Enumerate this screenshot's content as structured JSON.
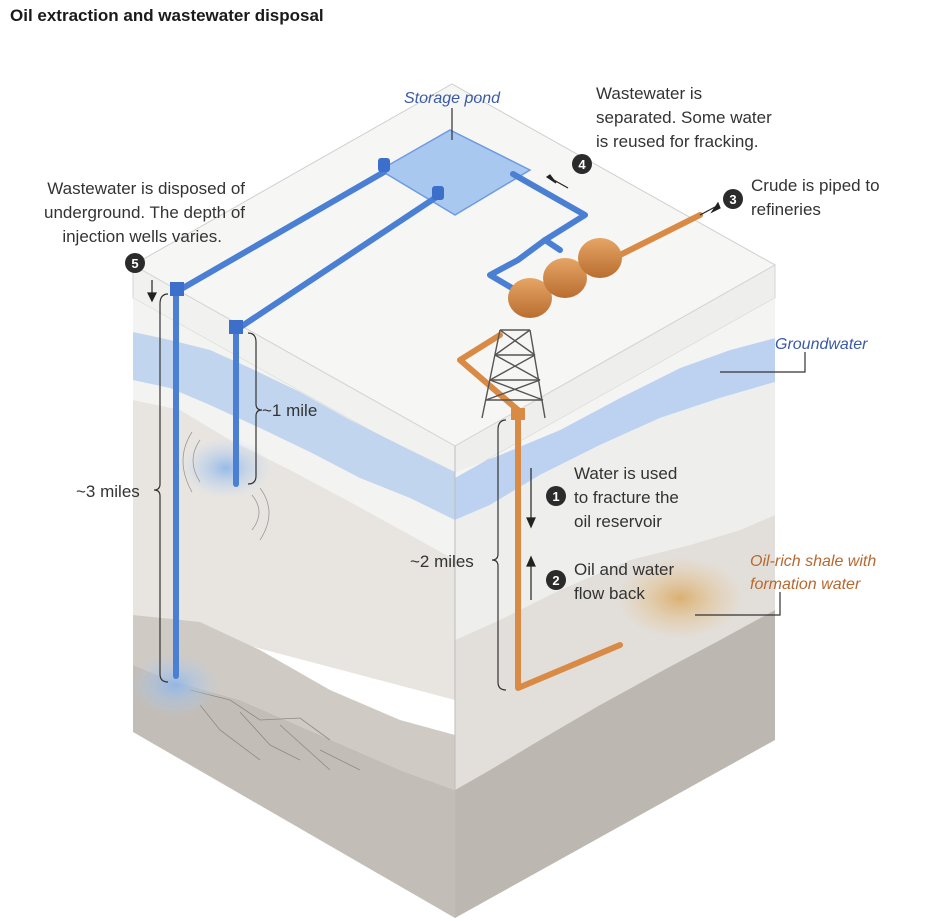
{
  "title": "Oil extraction and wastewater disposal",
  "labels": {
    "storage_pond": "Storage pond",
    "groundwater": "Groundwater",
    "shale_line1": "Oil-rich shale with",
    "shale_line2": "formation water",
    "one_mile": "~1 mile",
    "two_miles": "~2 miles",
    "three_miles": "~3 miles"
  },
  "steps": [
    {
      "number": "1",
      "lines": [
        "Water is used",
        "to fracture the",
        "oil reservoir"
      ]
    },
    {
      "number": "2",
      "lines": [
        "Oil and water",
        "flow back"
      ]
    },
    {
      "number": "3",
      "lines": [
        "Crude is piped to",
        "refineries"
      ]
    },
    {
      "number": "4",
      "lines": [
        "Wastewater is",
        "separated. Some water",
        "is reused for fracking."
      ]
    },
    {
      "number": "5",
      "lines": [
        "Wastewater is disposed of",
        "underground. The depth of",
        "injection wells varies."
      ]
    }
  ],
  "colors": {
    "water_pipe": "#4a7fd4",
    "oil_pipe": "#d98a45",
    "groundwater_band": "#b9d0ef",
    "label_blue": "#3a5aa8",
    "label_orange": "#b8682e",
    "step_circle": "#2b2b2b"
  }
}
